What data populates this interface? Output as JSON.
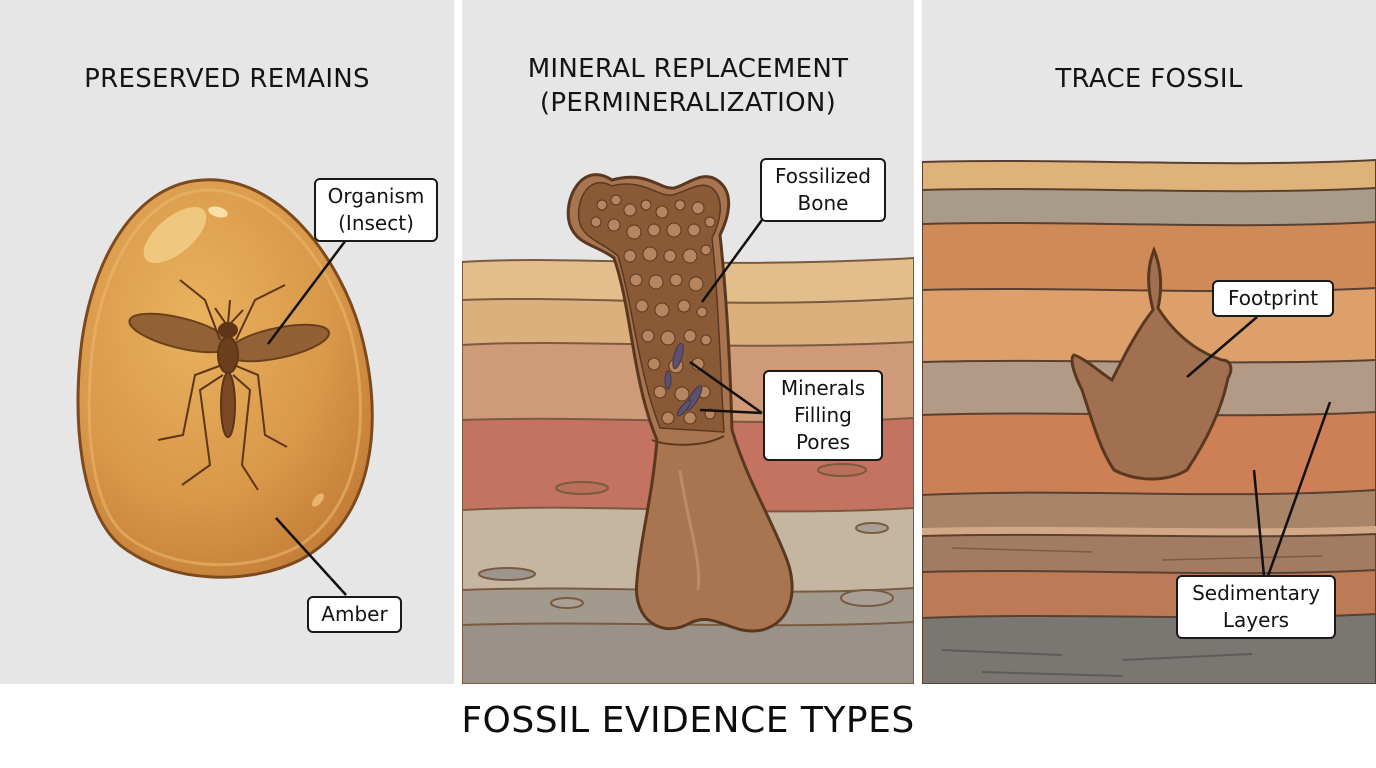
{
  "title": "FOSSIL EVIDENCE TYPES",
  "panels": [
    {
      "id": "preserved-remains",
      "title": "PRESERVED REMAINS",
      "labels": [
        {
          "text_lines": [
            "Organism",
            "(Insect)"
          ],
          "line1": "Organism",
          "line2": "(Insect)"
        },
        {
          "text": "Amber"
        }
      ]
    },
    {
      "id": "mineral-replacement",
      "title_line1": "MINERAL REPLACEMENT",
      "title_line2": "(PERMINERALIZATION)",
      "labels": [
        {
          "line1": "Fossilized",
          "line2": "Bone"
        },
        {
          "line1": "Minerals",
          "line2": "Filling",
          "line3": "Pores"
        }
      ]
    },
    {
      "id": "trace-fossil",
      "title": "TRACE FOSSIL",
      "labels": [
        {
          "text": "Footprint"
        },
        {
          "line1": "Sedimentary",
          "line2": "Layers"
        }
      ]
    }
  ],
  "colors": {
    "panel_bg": "#e6e6e6",
    "amber": "#d89a4a",
    "amber_outline": "#8a4f1f",
    "bone": "#a8754e",
    "bone_outline": "#5e3a1e",
    "mineral": "#6b6078",
    "layer_sand": "#dfb57d",
    "layer_gray": "#a99c88",
    "layer_orange": "#d08a55",
    "layer_red": "#c87458",
    "layer_dark": "#7a7670"
  }
}
